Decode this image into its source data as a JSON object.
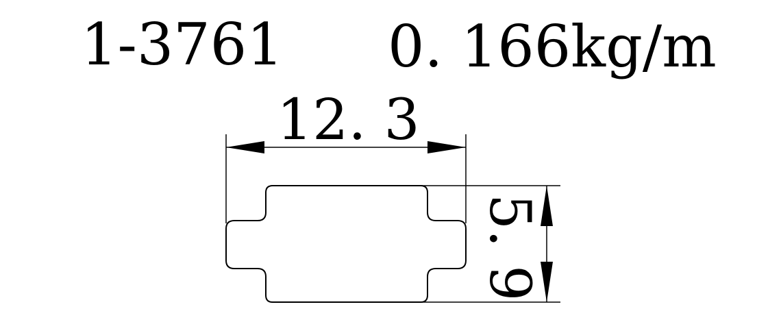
{
  "header": {
    "part_number": "1-3761",
    "weight_per_meter": "0. 166kg/m"
  },
  "dimensions": {
    "width": "12. 3",
    "height": "5. 9"
  },
  "colors": {
    "line": "#000000",
    "background": "#ffffff"
  }
}
